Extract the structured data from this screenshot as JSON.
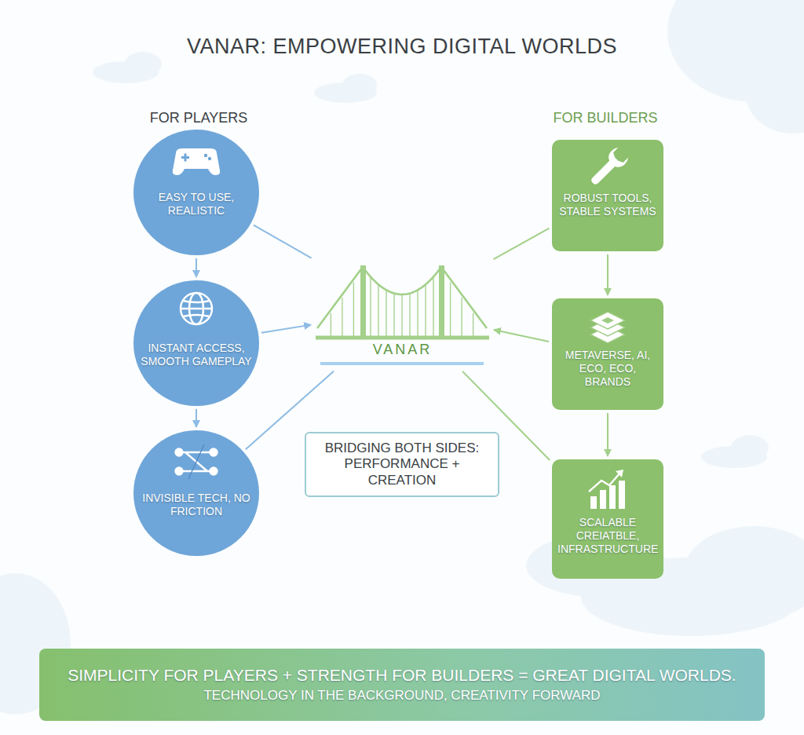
{
  "diagram": {
    "title": "VANAR: EMPOWERING DIGITAL WORLDS",
    "nodes": [
      {
        "text": [
          "EASY TO USE, REALISTIC"
        ]
      },
      {
        "text": [
          "INSTANT ACCESS, SMOOTH GAMEPLAY"
        ]
      },
      {
        "text": [
          "INVISIBLE TECH, NO FRICTION"
        ]
      },
      {
        "text": [
          "VANAR"
        ]
      },
      {
        "text": [
          "BRIDGING BOTH SIDES: PERFORMANCE + CREATION"
        ]
      },
      {
        "text": [
          "ROBUST TOOLS, STABLE SYSTEMS"
        ]
      },
      {
        "text": [
          "METAVERSE, AI, ECO, ECO, BRANDS"
        ]
      },
      {
        "text": [
          "SCALABLE CREIATBLE, INFRASTRUCTURE"
        ]
      },
      {
        "text": [
          "SIMPLICITY FOR PLAYERS + STRENGTH FOR BUILDERS = GREAT DIGITAL WORLDS.",
          "TECHNOLOGY IN THE BACKGROUND, CREATIVITY FORWARD"
        ]
      }
    ],
    "edges": [
      {
        "from": 0,
        "to": 1,
        "arrow": "to"
      },
      {
        "from": 1,
        "to": 2,
        "arrow": "to"
      },
      {
        "from": 0,
        "to": 3,
        "arrow": "none"
      },
      {
        "from": 1,
        "to": 3,
        "arrow": "to"
      },
      {
        "from": 2,
        "to": 3,
        "arrow": "none"
      },
      {
        "from": 5,
        "to": 6,
        "arrow": "to"
      },
      {
        "from": 6,
        "to": 7,
        "arrow": "to"
      },
      {
        "from": 5,
        "to": 3,
        "arrow": "none"
      },
      {
        "from": 6,
        "to": 3,
        "arrow": "to"
      },
      {
        "from": 7,
        "to": 3,
        "arrow": "none"
      }
    ],
    "labels": [
      "FOR PLAYERS",
      "FOR BUILDERS"
    ]
  }
}
